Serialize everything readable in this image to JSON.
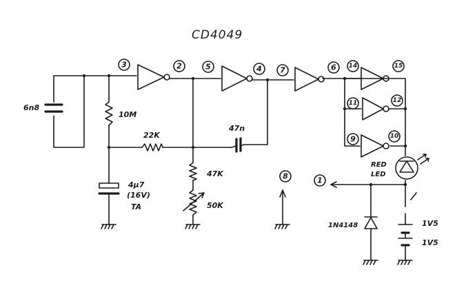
{
  "title": "CD4049",
  "pins": {
    "p1": "1",
    "p2": "2",
    "p3": "3",
    "p4": "4",
    "p5": "5",
    "p6": "6",
    "p7": "7",
    "p8": "8",
    "p9": "9",
    "p10": "10",
    "p11": "11",
    "p12": "12",
    "p14": "14",
    "p15": "15"
  },
  "components": {
    "cap_6n8": "6n8",
    "res_10m": "10M",
    "res_22k": "22K",
    "cap_47n": "47n",
    "res_47k": "47K",
    "pot_50k": "50K",
    "cap_4u7": "4µ7",
    "cap_4u7_voltage": "(16V)",
    "cap_4u7_type": "TA",
    "led_line1": "RED",
    "led_line2": "LED",
    "diode": "1N4148",
    "bat1": "1V5",
    "bat2": "1V5"
  }
}
